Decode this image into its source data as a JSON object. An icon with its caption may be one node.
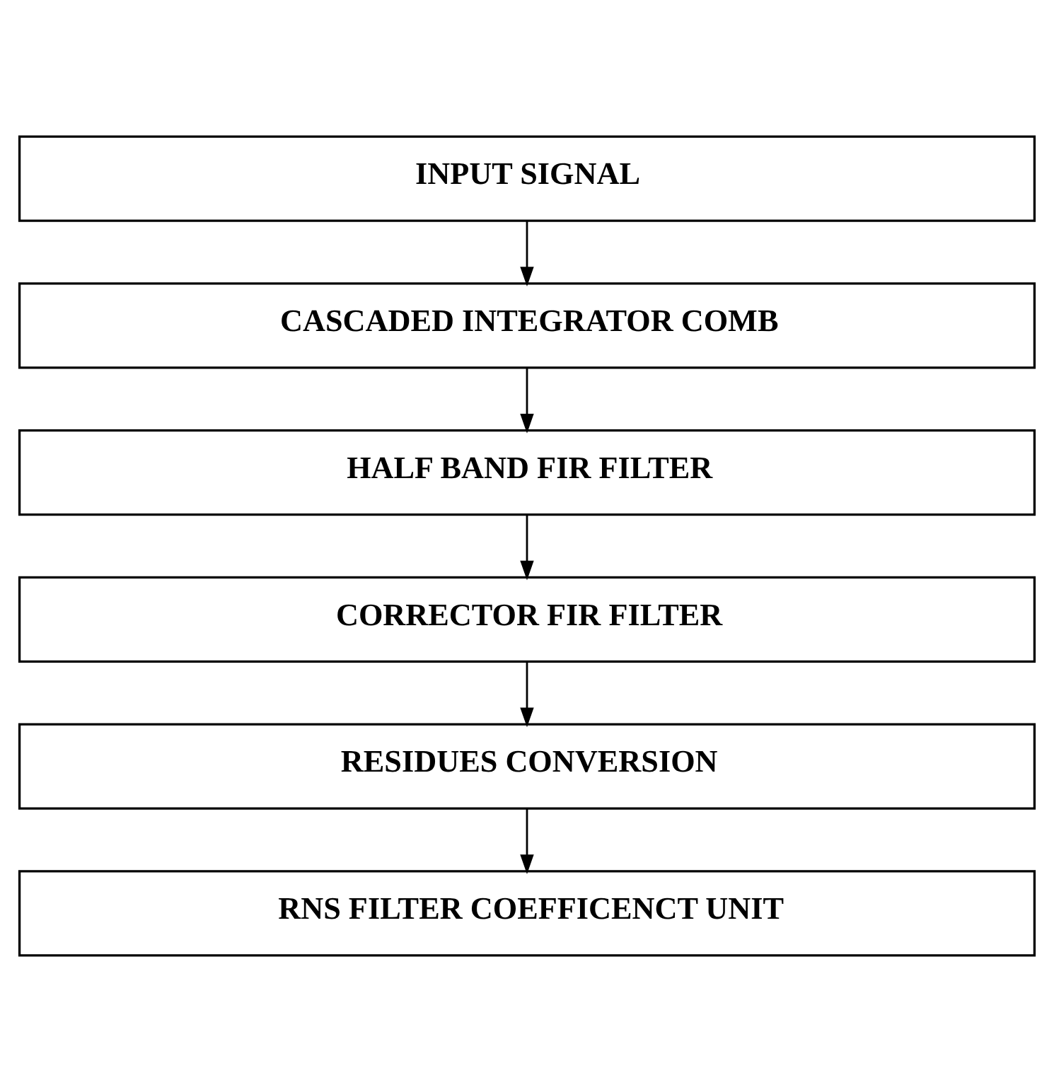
{
  "diagram": {
    "nodes": [
      {
        "text": [
          "INPUT SIGNAL"
        ]
      },
      {
        "text": [
          "CASCADED INTEGRATOR COMB"
        ]
      },
      {
        "text": [
          "HALF BAND FIR FILTER"
        ]
      },
      {
        "text": [
          "CORRECTOR FIR FILTER"
        ]
      },
      {
        "text": [
          "RESIDUES CONVERSION"
        ]
      },
      {
        "text": [
          "RNS FILTER COEFFICENCT UNIT"
        ]
      }
    ],
    "edges": [
      {
        "from": 0,
        "to": 1,
        "arrow": "to"
      },
      {
        "from": 1,
        "to": 2,
        "arrow": "to"
      },
      {
        "from": 2,
        "to": 3,
        "arrow": "to"
      },
      {
        "from": 3,
        "to": 4,
        "arrow": "to"
      },
      {
        "from": 4,
        "to": 5,
        "arrow": "to"
      }
    ]
  }
}
